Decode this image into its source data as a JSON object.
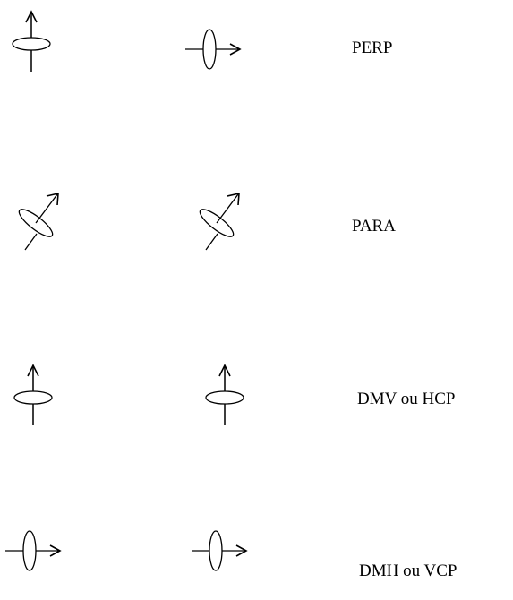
{
  "rows": [
    {
      "label": "PERP",
      "coils": [
        "horizontal-loop",
        "vertical-loop"
      ]
    },
    {
      "label": "PARA",
      "coils": [
        "tilted-loop",
        "tilted-loop"
      ]
    },
    {
      "label": "DMV ou HCP",
      "coils": [
        "horizontal-loop",
        "horizontal-loop"
      ]
    },
    {
      "label": "DMH ou VCP",
      "coils": [
        "vertical-loop",
        "vertical-loop"
      ]
    }
  ],
  "colors": {
    "stroke": "#000000",
    "background": "#ffffff"
  }
}
